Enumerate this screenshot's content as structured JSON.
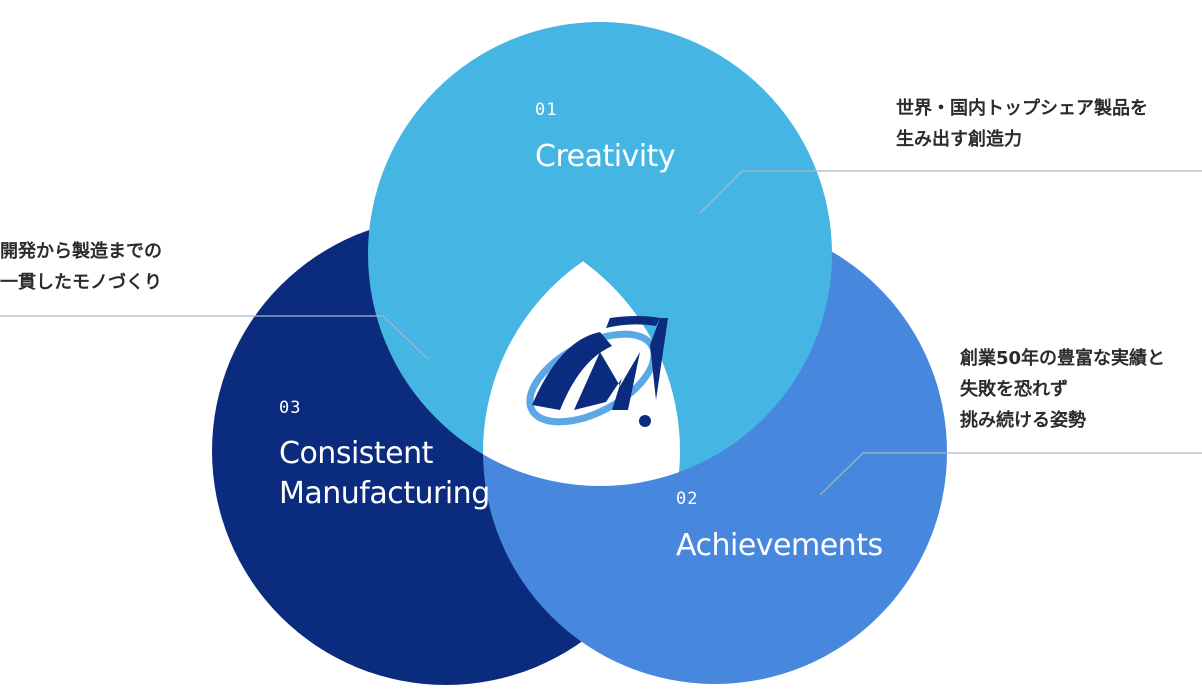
{
  "circles": [
    {
      "id": "creativity",
      "number": "01",
      "title": "Creativity",
      "color": "#45B6E4",
      "description": [
        "世界・国内トップシェア製品を",
        "生み出す創造力"
      ]
    },
    {
      "id": "achievements",
      "number": "02",
      "title": "Achievements",
      "color": "#4787DE",
      "description": [
        "創業50年の豊富な実績と",
        "失敗を恐れず",
        "挑み続ける姿勢"
      ]
    },
    {
      "id": "consistent-manufacturing",
      "number": "03",
      "title_lines": [
        "Consistent",
        "Manufacturing"
      ],
      "color": "#0B2C7E",
      "description": [
        "開発から製造までの",
        "一貫したモノづくり"
      ]
    }
  ],
  "connector_color": "#A8B8C4",
  "logo": {
    "colors": [
      "#0B2C7E",
      "#5AA9E6"
    ]
  }
}
